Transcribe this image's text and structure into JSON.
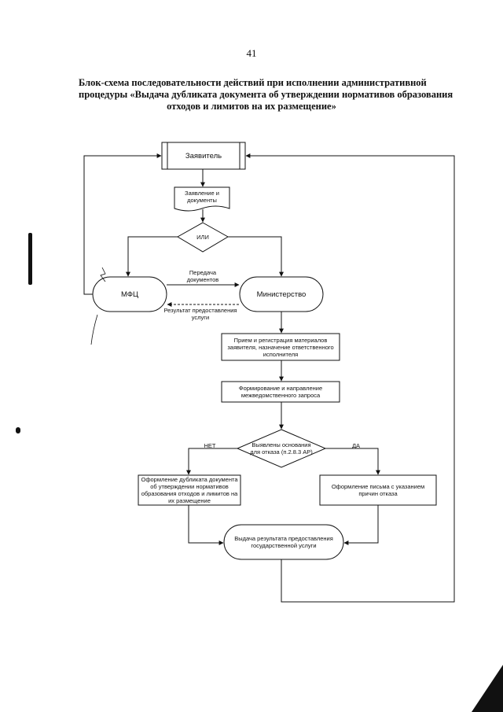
{
  "page_number": "41",
  "title": {
    "line1": "Блок-схема последовательности действий при исполнении административной",
    "line2": "процедуры «Выдача дубликата документа об утверждении нормативов образования",
    "line3": "отходов и лимитов на их размещение»"
  },
  "nodes": {
    "applicant": "Заявитель",
    "documents": "Заявление и документы",
    "or": "ИЛИ",
    "mfc": "МФЦ",
    "ministry": "Министерство",
    "registration": "Прием и регистрация материалов заявителя, назначение ответственного исполнителя",
    "request": "Формирование и направление межведомственного запроса",
    "decision": "Выявлены основания для отказа (п.2.8.3 АР)",
    "duplicate": "Оформление дубликата документа об утверждении нормативов образования отходов и лимитов на их размещение",
    "refusal": "Оформление письма с указанием причин отказа",
    "result": "Выдача результата предоставления государственной услуги"
  },
  "edges": {
    "transfer": "Передача документов",
    "service_result": "Результат предоставления услуги",
    "no": "НЕТ",
    "yes": "ДА"
  }
}
